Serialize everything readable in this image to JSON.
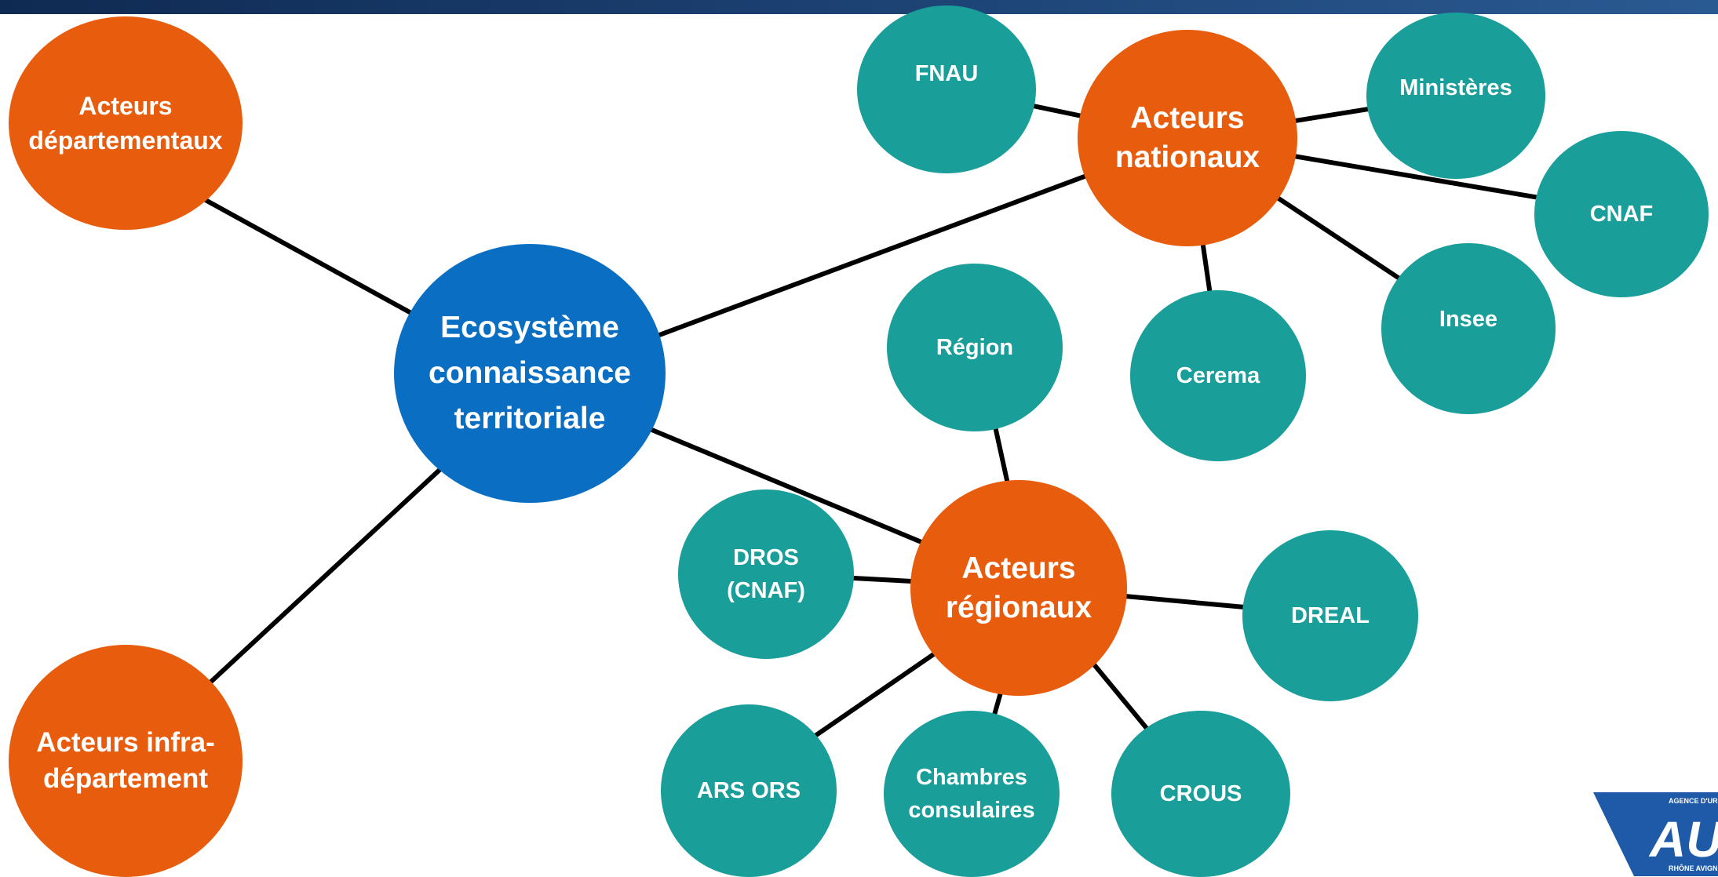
{
  "nodes": {
    "ecosysteme": "Ecosystème\nconnaissance\nterritoriale",
    "departementaux": "Acteurs\ndépartementaux",
    "infra": "Acteurs infra-\ndépartement",
    "nationaux": "Acteurs\nnationaux",
    "regionaux": "Acteurs\nrégionaux",
    "fnau": "FNAU",
    "ministeres": "Ministères",
    "cnaf": "CNAF",
    "insee": "Insee",
    "cerema": "Cerema",
    "region": "Région",
    "dros": "DROS\n(CNAF)",
    "dreal": "DREAL",
    "ars": "ARS ORS",
    "chambres": "Chambres\nconsulaires",
    "crous": "CROUS"
  },
  "logo": {
    "letters": "AUR",
    "caption_top": "AGENCE D'URBANIS",
    "caption_bottom": "RHÔNE AVIGN"
  },
  "colors": {
    "orange": "#e85c0d",
    "blue": "#0a6fc2",
    "teal": "#1a9e99",
    "line": "#000000",
    "topbar": "#1b3f70"
  }
}
